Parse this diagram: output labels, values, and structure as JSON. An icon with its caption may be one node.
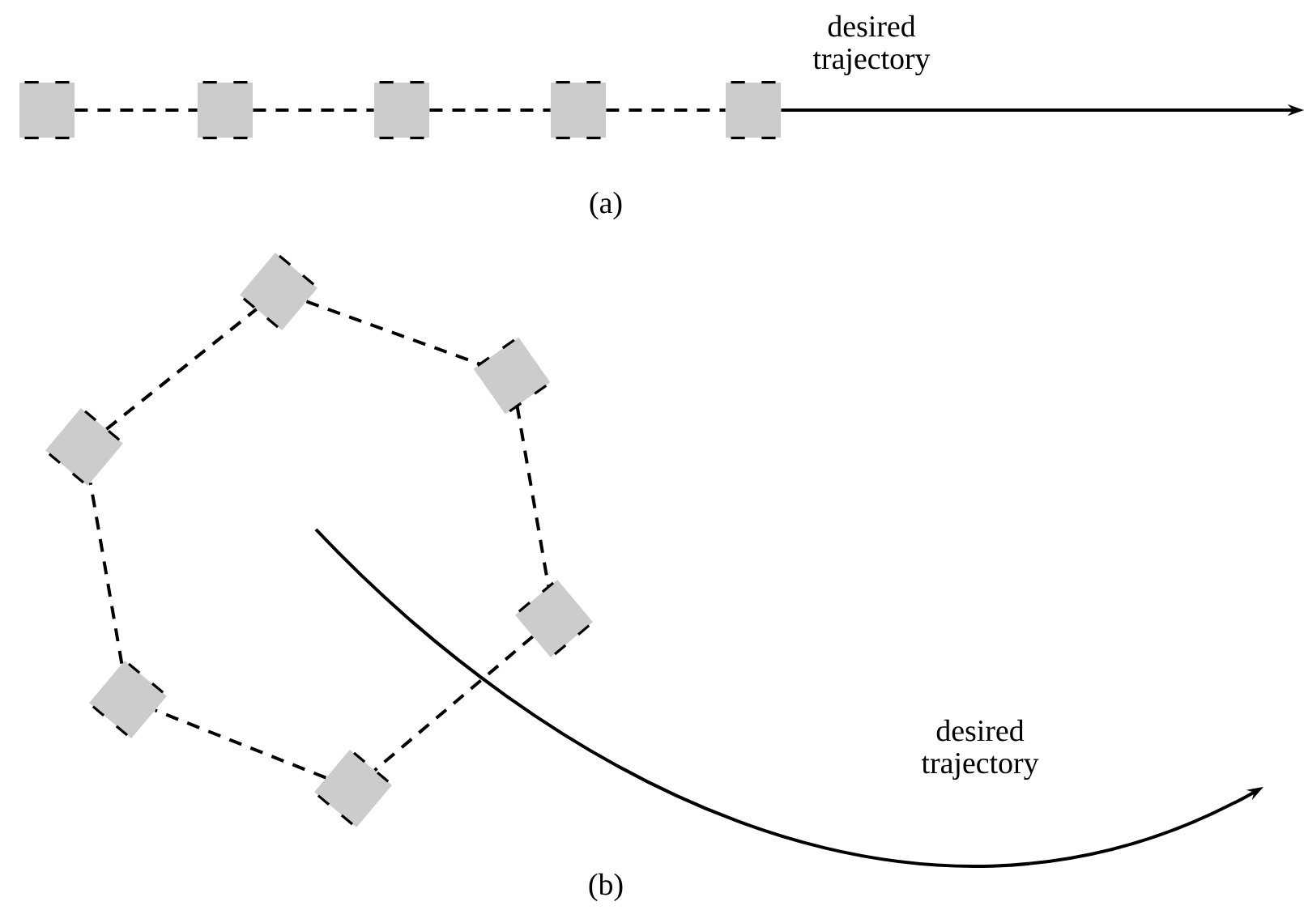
{
  "diagram": {
    "nodes": [
      {
        "text": [],
        "shape": "box"
      },
      {
        "text": [],
        "shape": "box"
      },
      {
        "text": [],
        "shape": "box"
      },
      {
        "text": [],
        "shape": "box"
      },
      {
        "text": [],
        "shape": "box"
      },
      {
        "text": [],
        "shape": "diamond"
      },
      {
        "text": [],
        "shape": "diamond"
      },
      {
        "text": [],
        "shape": "diamond"
      },
      {
        "text": [],
        "shape": "diamond"
      },
      {
        "text": [],
        "shape": "diamond"
      },
      {
        "text": [],
        "shape": "diamond"
      }
    ],
    "edges": [
      {
        "from": 0,
        "to": 1,
        "arrow": "none",
        "style": "dashed"
      },
      {
        "from": 1,
        "to": 2,
        "arrow": "none",
        "style": "dashed"
      },
      {
        "from": 2,
        "to": 3,
        "arrow": "none",
        "style": "dashed"
      },
      {
        "from": 3,
        "to": 4,
        "arrow": "none",
        "style": "dashed"
      },
      {
        "from": 4,
        "to": null,
        "arrow": "to"
      },
      {
        "from": 5,
        "to": 6,
        "arrow": "none",
        "style": "dashed"
      },
      {
        "from": 6,
        "to": 8,
        "arrow": "none",
        "style": "dashed"
      },
      {
        "from": 8,
        "to": 10,
        "arrow": "none",
        "style": "dashed"
      },
      {
        "from": 10,
        "to": 9,
        "arrow": "none",
        "style": "dashed"
      },
      {
        "from": 9,
        "to": 7,
        "arrow": "none",
        "style": "dashed"
      },
      {
        "from": 7,
        "to": 5,
        "arrow": "none",
        "style": "dashed"
      }
    ],
    "labels": [
      "desired trajectory",
      "(a)",
      "desired trajectory",
      "(b)"
    ]
  }
}
